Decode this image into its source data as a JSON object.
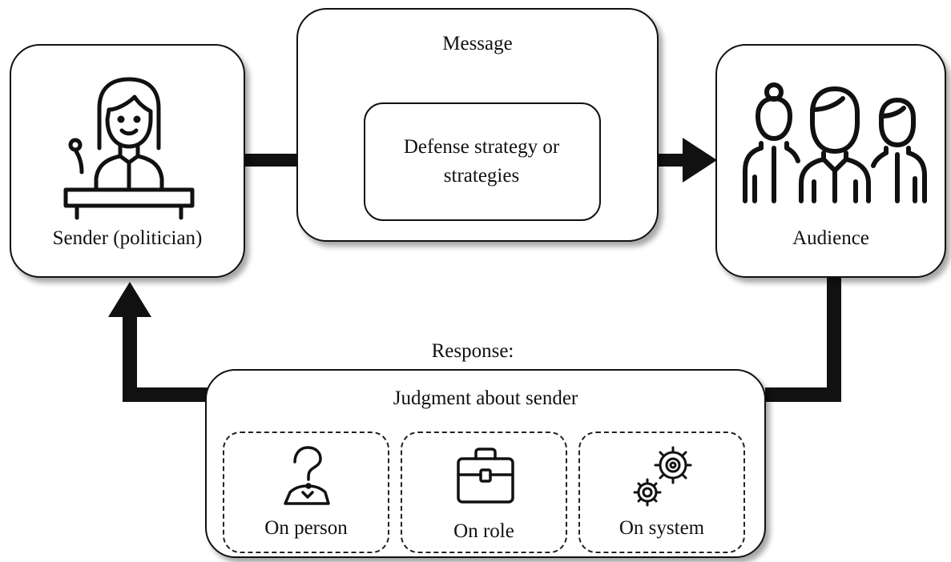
{
  "sender": {
    "label": "Sender (politician)",
    "icon": "speaker-at-podium-icon"
  },
  "message": {
    "title": "Message",
    "strategy": "Defense strategy or strategies"
  },
  "audience": {
    "label": "Audience",
    "icon": "audience-group-icon"
  },
  "response": {
    "title": "Response:",
    "judgment": "Judgment about sender",
    "items": [
      {
        "label": "On person",
        "icon": "person-question-icon"
      },
      {
        "label": "On role",
        "icon": "briefcase-icon"
      },
      {
        "label": "On system",
        "icon": "gears-icon"
      }
    ]
  },
  "colors": {
    "stroke": "#111111",
    "background": "#ffffff"
  }
}
